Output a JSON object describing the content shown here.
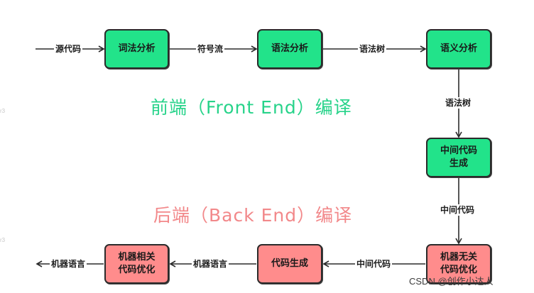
{
  "front_title": "前端（Front End）编译",
  "back_title": "后端（Back End）编译",
  "nodes": {
    "lexical": "词法分析",
    "syntax": "语法分析",
    "semantic": "语义分析",
    "ir_gen": "中间代码\n生成",
    "machine_indep_opt": "机器无关\n代码优化",
    "codegen": "代码生成",
    "machine_dep_opt": "机器相关\n代码优化"
  },
  "edges": {
    "source_code": "源代码",
    "token_stream": "符号流",
    "syntax_tree_1": "语法树",
    "syntax_tree_2": "语法树",
    "ir_1": "中间代码",
    "ir_2": "中间代码",
    "machine_lang_1": "机器语言",
    "machine_lang_2": "机器语言"
  },
  "colors": {
    "frontend": "#22e38a",
    "backend": "#ff8c8c"
  },
  "watermark": "CSDN @创作小达人"
}
